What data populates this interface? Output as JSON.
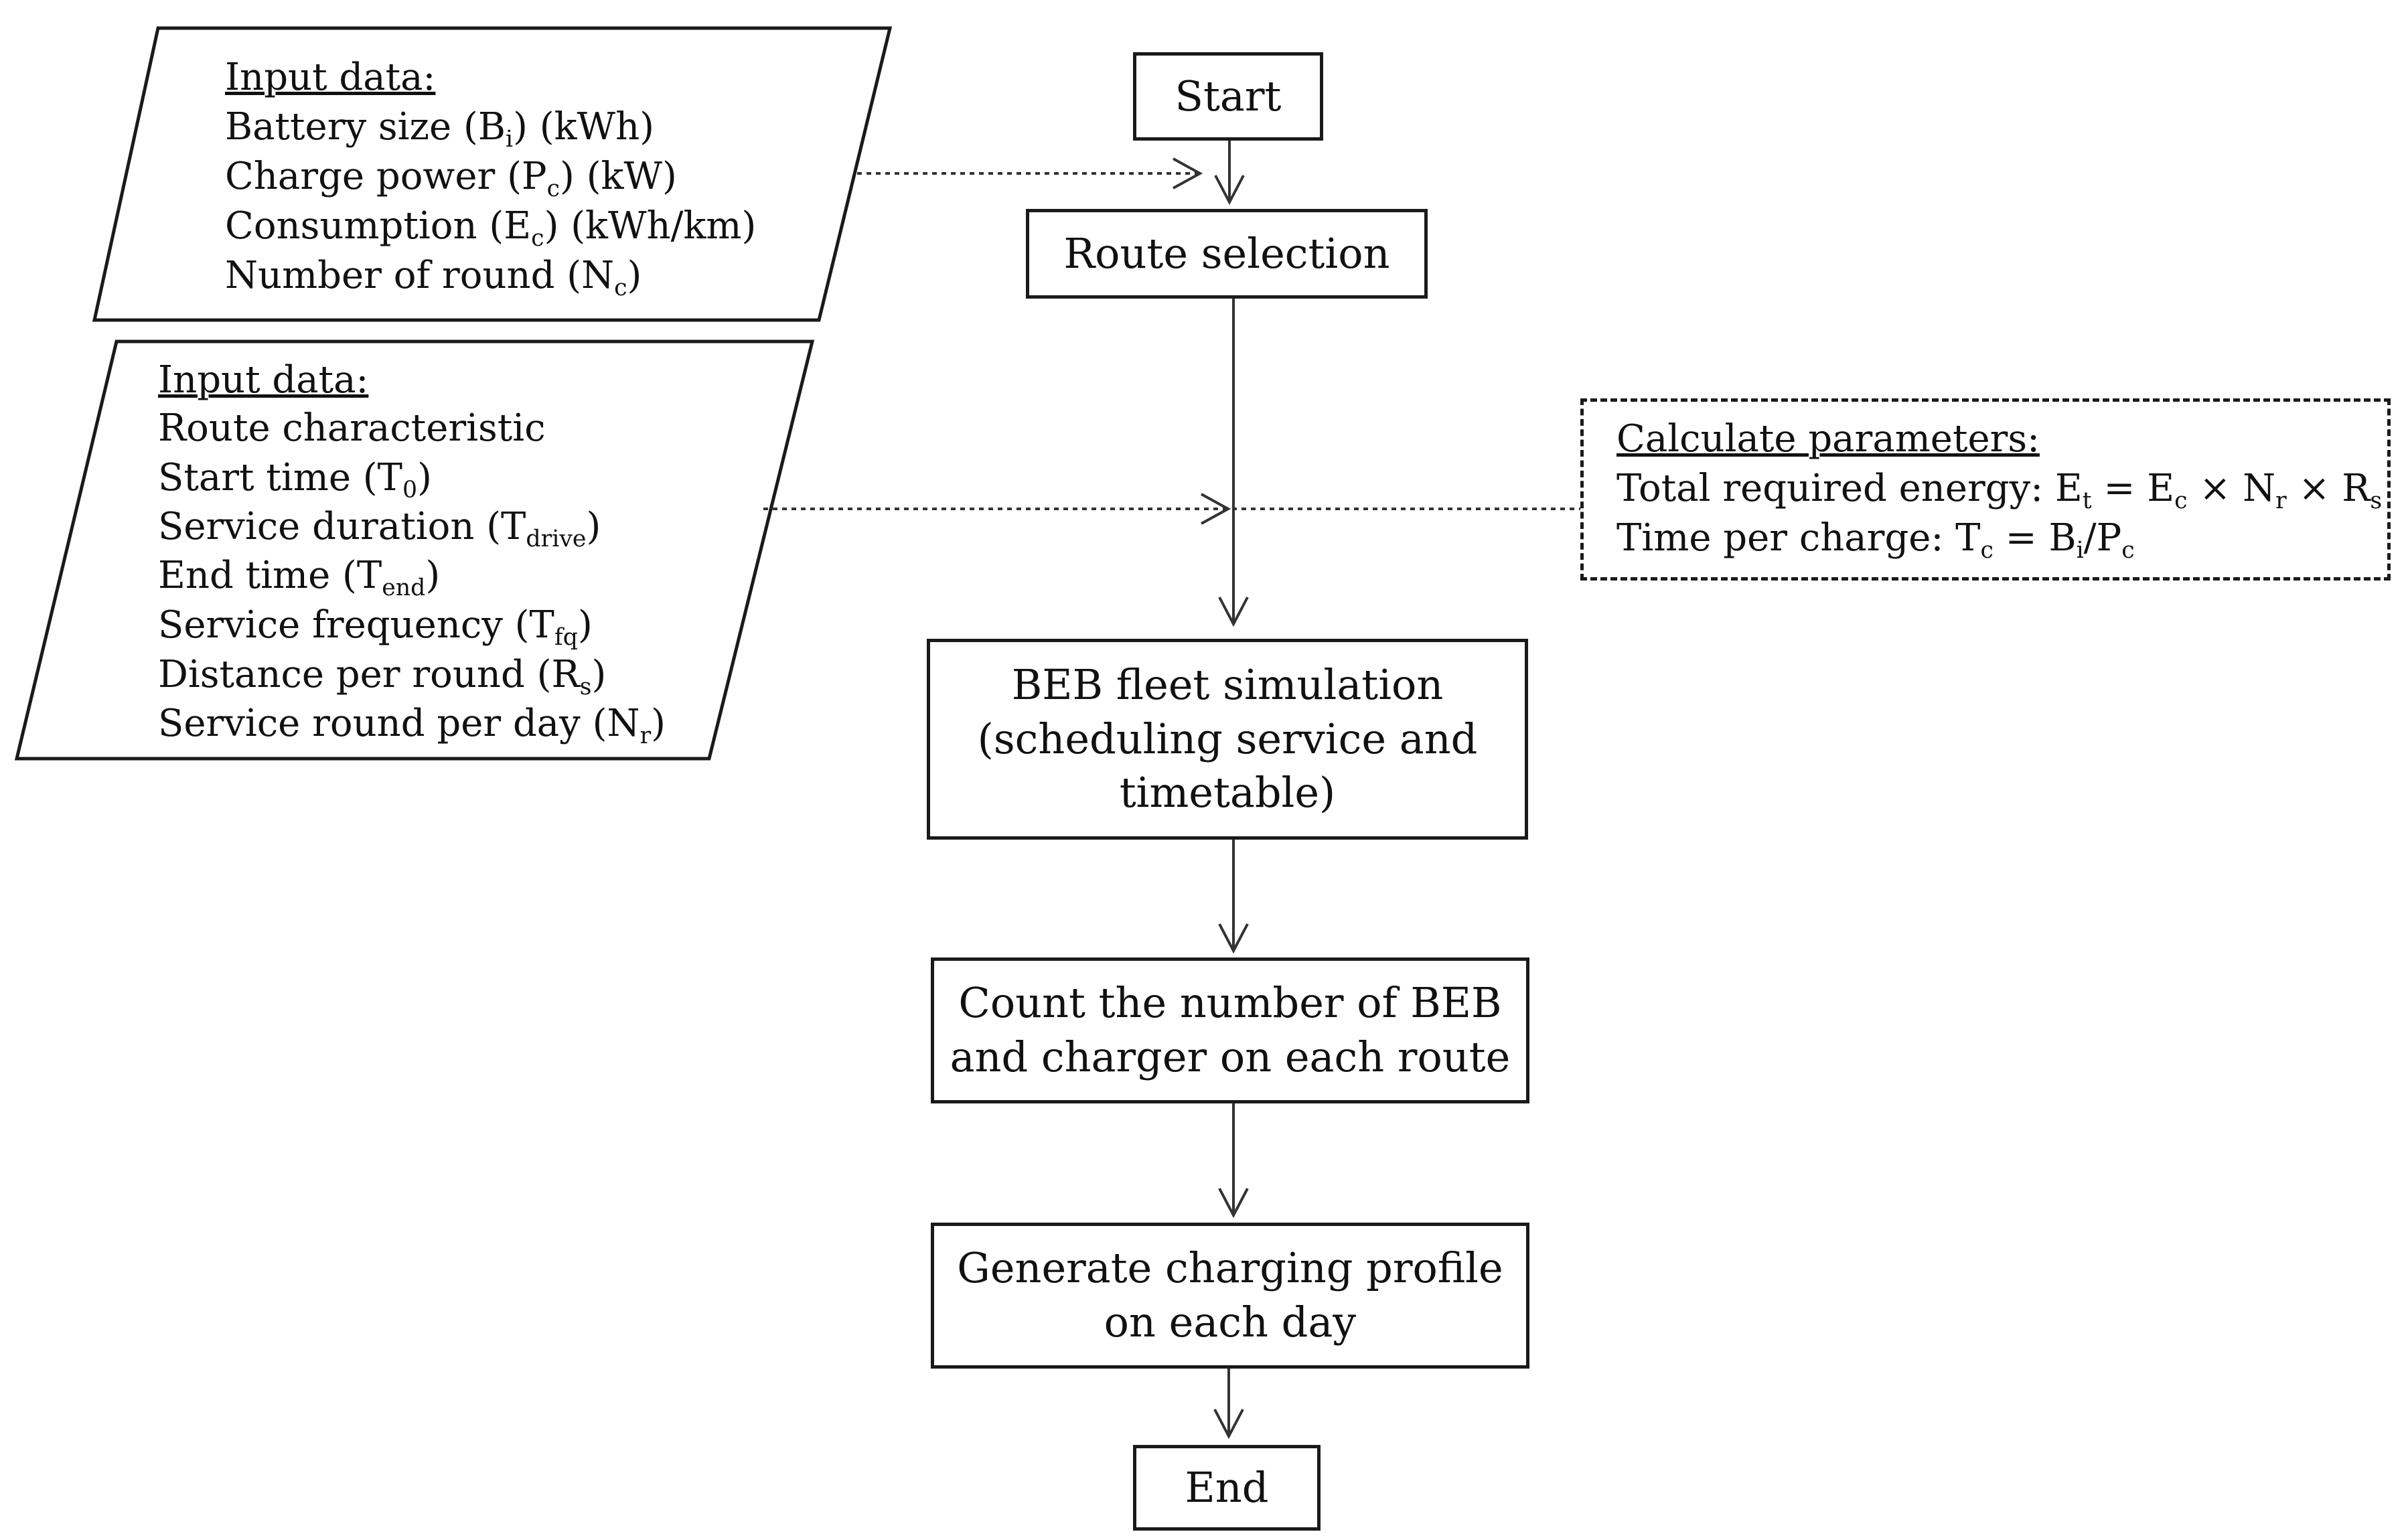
{
  "flowchart": {
    "input_box_1": {
      "heading": "Input data:",
      "battery_label": "Battery size (B",
      "battery_sub": "i",
      "battery_unit": ") (kWh)",
      "charge_label": "Charge  power (P",
      "charge_sub": "c",
      "charge_unit": ") (kW)",
      "consumption_label": "Consumption  (E",
      "consumption_sub": "c",
      "consumption_unit": ") (kWh/km)",
      "rounds_label": "Number of round  (N",
      "rounds_sub": "c",
      "rounds_unit": ")"
    },
    "input_box_2": {
      "heading": "Input data:",
      "route_characteristic": "Route characteristic",
      "start_label": "Start time (T",
      "start_sub": "0",
      "start_unit": ")",
      "duration_label": "Service duration  (T",
      "duration_sub": "drive",
      "duration_unit": ")",
      "end_label": "End time (T",
      "end_sub": "end",
      "end_unit": ")",
      "frequency_label": "Service frequency (T",
      "frequency_sub": "fq",
      "frequency_unit": ")",
      "distance_label": "Distance per round  (R",
      "distance_sub": "s",
      "distance_unit": ")",
      "service_round_label": "Service round per day (N",
      "service_round_sub": "r",
      "service_round_unit": ")"
    },
    "calc_box": {
      "heading": "Calculate  parameters:",
      "energy_prefix": "Total required energy: E",
      "energy_sub_t": "t",
      "energy_mid1": " = E",
      "energy_sub_c": "c",
      "energy_mid2": " × N",
      "energy_sub_r": "r",
      "energy_mid3": " × R",
      "energy_sub_s": "s",
      "time_prefix": "Time per charge:  T",
      "time_sub_c": "c",
      "time_mid": " = B",
      "time_sub_i": "i",
      "time_mid2": "/P",
      "time_sub_c2": "c"
    },
    "steps": {
      "start": "Start",
      "route_selection": "Route selection",
      "fleet_simulation_line1": "BEB fleet simulation",
      "fleet_simulation_line2": "(scheduling service and",
      "fleet_simulation_line3": "timetable)",
      "count_line1": "Count the number of BEB",
      "count_line2": "and charger on each route",
      "generate_line1": "Generate charging profile",
      "generate_line2": "on each day",
      "end": "End"
    }
  }
}
